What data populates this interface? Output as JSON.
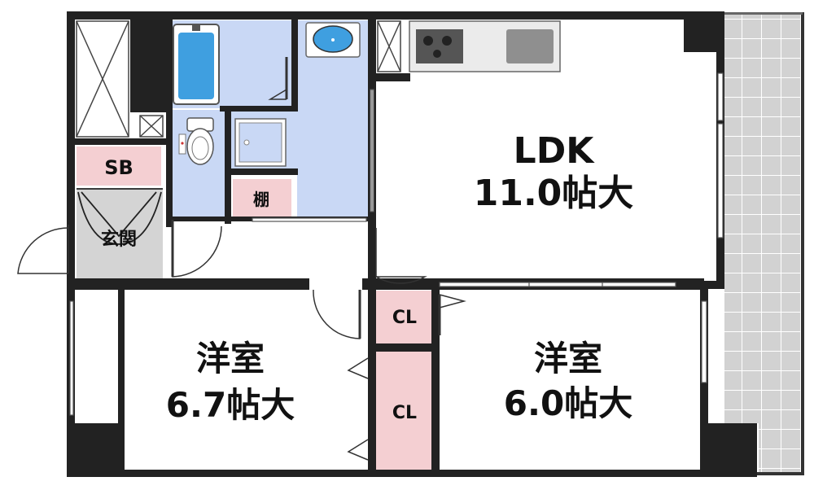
{
  "rooms": {
    "ldk": {
      "name": "LDK",
      "size": "11.0帖大"
    },
    "western_left": {
      "name": "洋室",
      "size": "6.7帖大"
    },
    "western_right": {
      "name": "洋室",
      "size": "6.0帖大"
    },
    "sb": {
      "label": "SB"
    },
    "genkan": {
      "label": "玄関"
    },
    "tana": {
      "label": "棚"
    },
    "cl_upper": {
      "label": "CL"
    },
    "cl_lower": {
      "label": "CL"
    }
  },
  "colors": {
    "wall": "#222222",
    "wet_area": "#c9d8f5",
    "storage": "#f4cfd2",
    "genkan_floor": "#d4d4d4",
    "balcony": "#d2d2d2",
    "fixture_blue": "#3f9fe0"
  },
  "icons": {
    "bathtub": "bathtub-icon",
    "basin": "wash-basin-icon",
    "toilet": "toilet-icon",
    "washer": "washing-machine-pan-icon",
    "stove": "stove-icon",
    "sink": "kitchen-sink-icon"
  }
}
